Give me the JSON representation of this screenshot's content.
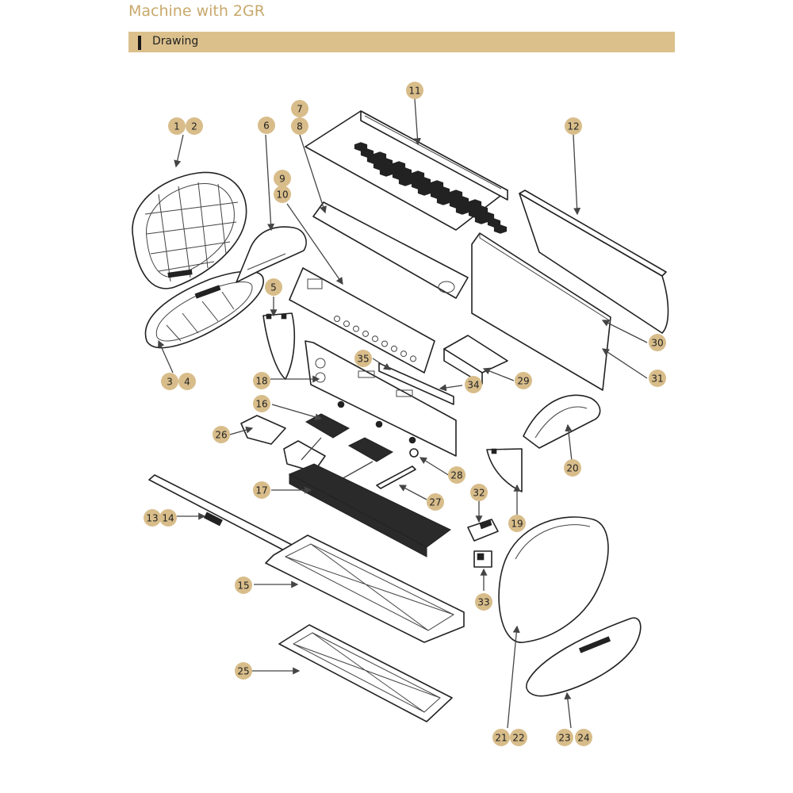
{
  "header": {
    "title": "Machine with 2GR"
  },
  "section": {
    "title": "Drawing"
  },
  "colors": {
    "accent": "#dcc08c",
    "callout": "#d8bd8a",
    "title_text": "#c8a96c",
    "line": "#222222"
  },
  "callouts": [
    "1",
    "2",
    "3",
    "4",
    "5",
    "6",
    "7",
    "8",
    "9",
    "10",
    "11",
    "12",
    "13",
    "14",
    "15",
    "16",
    "17",
    "18",
    "19",
    "20",
    "21",
    "22",
    "23",
    "24",
    "25",
    "26",
    "27",
    "28",
    "29",
    "30",
    "31",
    "32",
    "33",
    "34",
    "35"
  ]
}
